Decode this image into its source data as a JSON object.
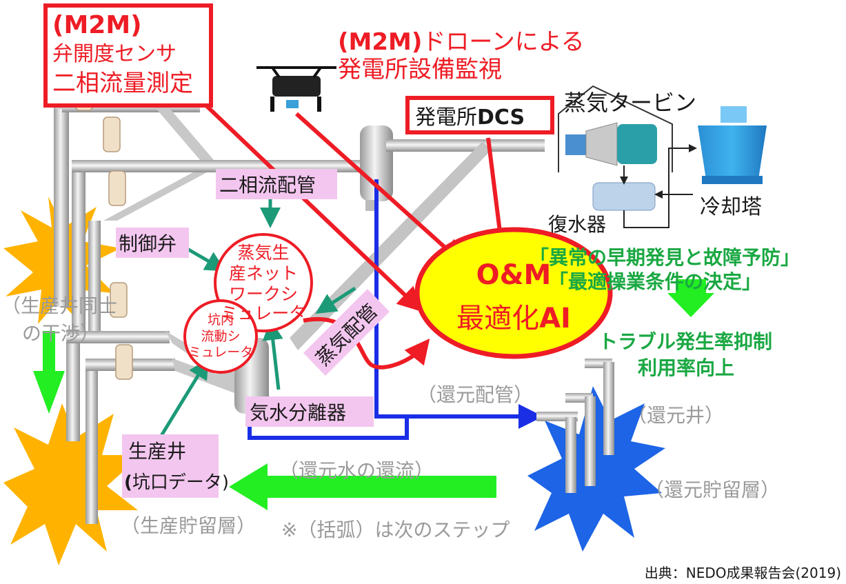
{
  "m2m_sensor": {
    "tag": "(M2M)",
    "line1": "弁開度センサ",
    "line2": "二相流量測定"
  },
  "drone": {
    "line1_tag": "(M2M)",
    "line1_rest": "ドローンによる",
    "line2": "発電所設備監視"
  },
  "dcs": {
    "prefix": "発電所",
    "bold": "DCS"
  },
  "turbine": "蒸気タービン",
  "condenser": "復水器",
  "cooling_tower": "冷却塔",
  "two_phase_pipe": "二相流配管",
  "control_valve": "制御弁",
  "steam_network_sim": [
    "蒸気生",
    "産ネット",
    "ワークシ",
    "ミュレータ"
  ],
  "wellbore_sim": [
    "坑内",
    "流動シ",
    "ミュレータ"
  ],
  "steam_pipe": "蒸気配管",
  "separator": "気水分離器",
  "production_well": {
    "line1": "生産井",
    "line2_open": "(",
    "line2_rest": "坑口データ)"
  },
  "production_reservoir": "（生産貯留層）",
  "well_interference": [
    "（生産井同士",
    "の干渉）"
  ],
  "reinjection_pipe": "（還元配管）",
  "reinjection_well": "（還元井）",
  "reinjection_reservoir": "（還元貯留層）",
  "return_flow": "（還元水の還流）",
  "note": "※（括弧）は次のステップ",
  "ai": {
    "line1": "O&M",
    "line2_prefix": "最適化",
    "line2_bold": "AI"
  },
  "goals": [
    "「異常の早期発見と故障予防」",
    "「最適操業条件の決定」"
  ],
  "results": [
    "トラブル発生率抑制",
    "利用率向上"
  ],
  "source": "出典：NEDO成果報告会(2019)",
  "colors": {
    "accent_red": "#ee1c25",
    "accent_green": "#1aa843",
    "arrow_green": "#22ee22",
    "label_pink": "#f3c6ef",
    "reservoir_orange": "#ffb300",
    "reservoir_blue": "#1d64e6",
    "ai_yellow": "#ffff00",
    "pipe_blue": "#1a2ee6",
    "teal": "#1c9a78"
  }
}
